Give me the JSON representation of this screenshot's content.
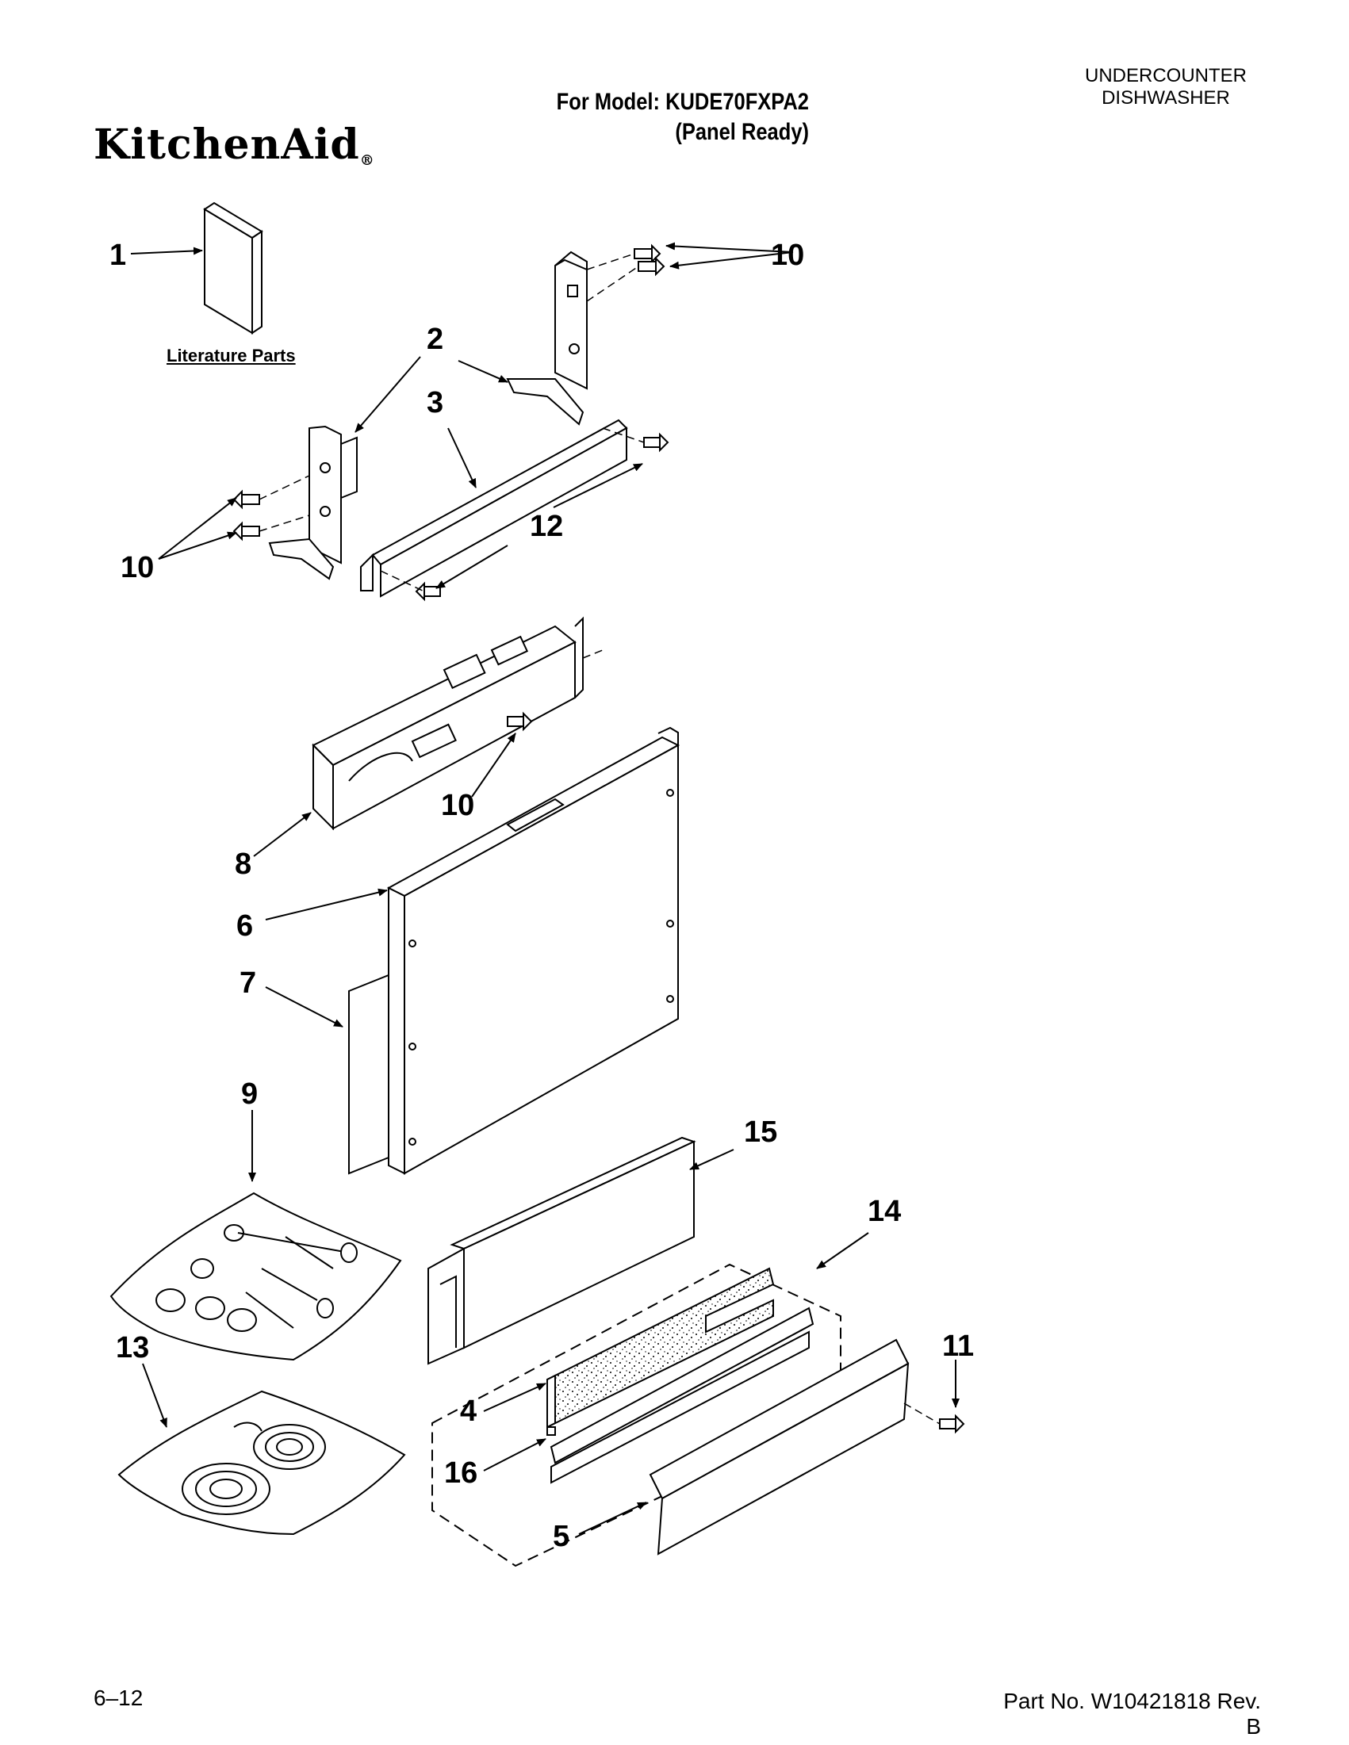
{
  "header": {
    "brand": "KitchenAid",
    "brand_mark": "®",
    "model_line": "For Model: KUDE70FXPA2",
    "variant_line": "(Panel Ready)",
    "category_line1": "UNDERCOUNTER",
    "category_line2": "DISHWASHER"
  },
  "diagram": {
    "literature_label": "Literature Parts",
    "callouts": {
      "c1": "1",
      "c2": "2",
      "c3": "3",
      "c4": "4",
      "c5": "5",
      "c6": "6",
      "c7": "7",
      "c8": "8",
      "c9": "9",
      "c10a": "10",
      "c10b": "10",
      "c10c": "10",
      "c11": "11",
      "c12": "12",
      "c13": "13",
      "c14": "14",
      "c15": "15",
      "c16": "16"
    }
  },
  "footer": {
    "page": "6–12",
    "part_no": "Part No. W10421818 Rev. B"
  }
}
